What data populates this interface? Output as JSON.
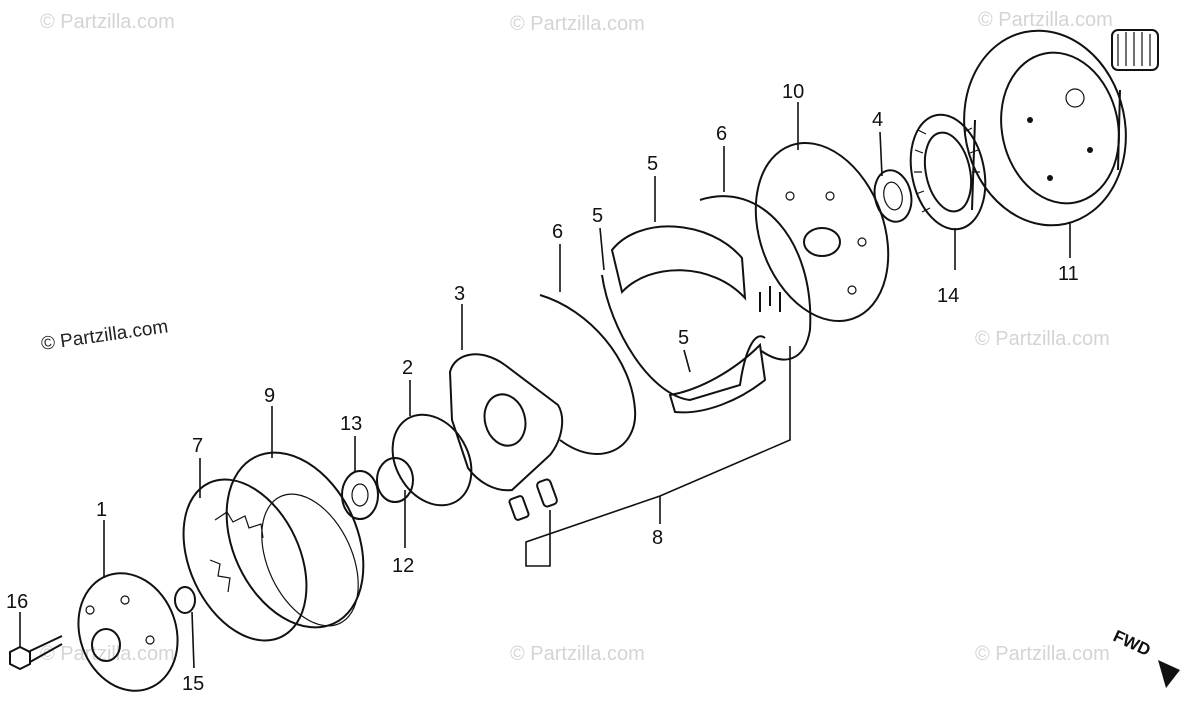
{
  "copyright": "© Partzilla.com",
  "watermark": "© Partzilla.com",
  "fwd_label": "FWD",
  "callouts": {
    "p1": "1",
    "p2": "2",
    "p3": "3",
    "p4": "4",
    "p5a": "5",
    "p5b": "5",
    "p5c": "5",
    "p6a": "6",
    "p6b": "6",
    "p7": "7",
    "p8": "8",
    "p9": "9",
    "p10": "10",
    "p11": "11",
    "p12": "12",
    "p13": "13",
    "p14": "14",
    "p15": "15",
    "p16": "16"
  }
}
